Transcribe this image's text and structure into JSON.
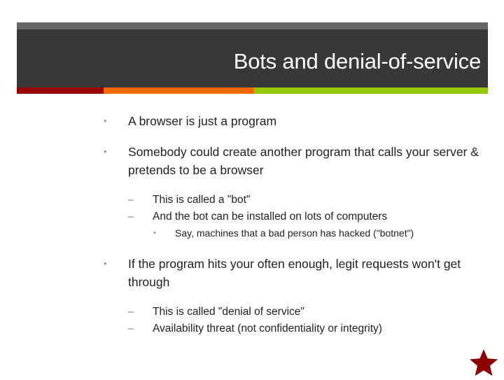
{
  "slide": {
    "title": "Bots and denial-of-service",
    "title_color": "#ffffff",
    "header_bg": "#383838",
    "header_topstrip": "#646464",
    "background": "#ffffff",
    "body_text_color": "#222222"
  },
  "accent_bar": {
    "segments": [
      {
        "name": "red",
        "color": "#990000"
      },
      {
        "name": "orange",
        "color": "#FA6800"
      },
      {
        "name": "green",
        "color": "#96C800"
      }
    ]
  },
  "bullets": [
    {
      "level": 1,
      "marker": "•",
      "text": "A browser is just a program"
    },
    {
      "level": 1,
      "marker": "•",
      "text": "Somebody could create another program that calls your server & pretends to be a browser"
    },
    {
      "level": 2,
      "marker": "–",
      "text": "This is called a \"bot\""
    },
    {
      "level": 2,
      "marker": "–",
      "text": "And the bot can be installed on lots of computers"
    },
    {
      "level": 3,
      "marker": "•",
      "text": "Say, machines that a bad person has hacked (\"botnet\")"
    },
    {
      "level": 1,
      "marker": "•",
      "text": "If the program hits your often enough, legit requests won't get through"
    },
    {
      "level": 2,
      "marker": "–",
      "text": "This is called \"denial of service\""
    },
    {
      "level": 2,
      "marker": "–",
      "text": "Availability threat (not confidentiality or integrity)"
    }
  ],
  "decoration": {
    "star_icon_color": "#8B0000",
    "star_icon_name": "star-icon"
  }
}
